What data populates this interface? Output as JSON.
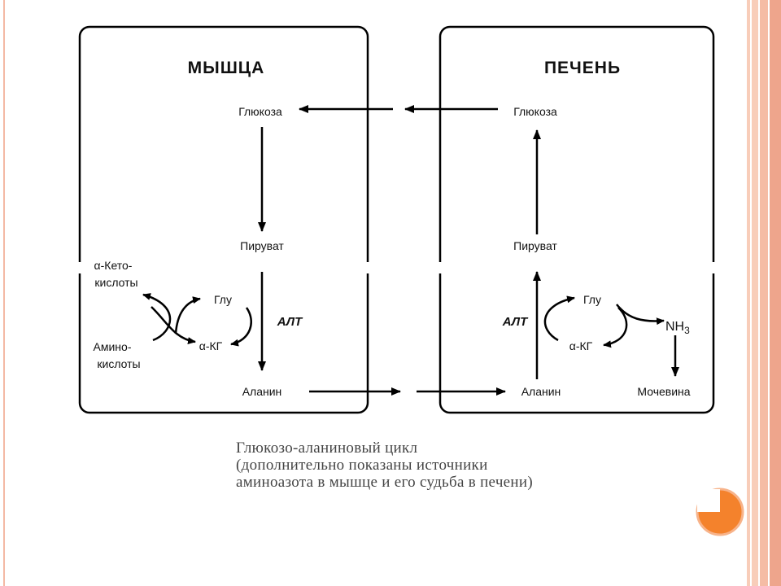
{
  "colors": {
    "border_line": "#f4b9a4",
    "stripe_light": "#f8cdb9",
    "stripe_mid": "#eea58c",
    "accent_circle": "#f4822c",
    "arrow": "#000000"
  },
  "muscle": {
    "title": "МЫШЦА",
    "glucose": "Глюкоза",
    "pyruvate": "Пируват",
    "keto_line1": "α-Кето-",
    "keto_line2": "кислоты",
    "amino_line1": "Амино-",
    "amino_line2": "кислоты",
    "glu": "Глу",
    "akg": "α-КГ",
    "alt": "АЛТ",
    "alanine": "Аланин"
  },
  "liver": {
    "title": "ПЕЧЕНЬ",
    "glucose": "Глюкоза",
    "pyruvate": "Пируват",
    "glu": "Глу",
    "akg": "α-КГ",
    "alt": "АЛТ",
    "alanine": "Аланин",
    "nh3_main": "NH",
    "nh3_sub": "3",
    "urea": "Мочевина"
  },
  "caption": {
    "line1": "Глюкозо-аланиновый цикл",
    "line2": "(дополнительно показаны источники",
    "line3": "аминоазота в мышце и его судьба в печени)"
  }
}
